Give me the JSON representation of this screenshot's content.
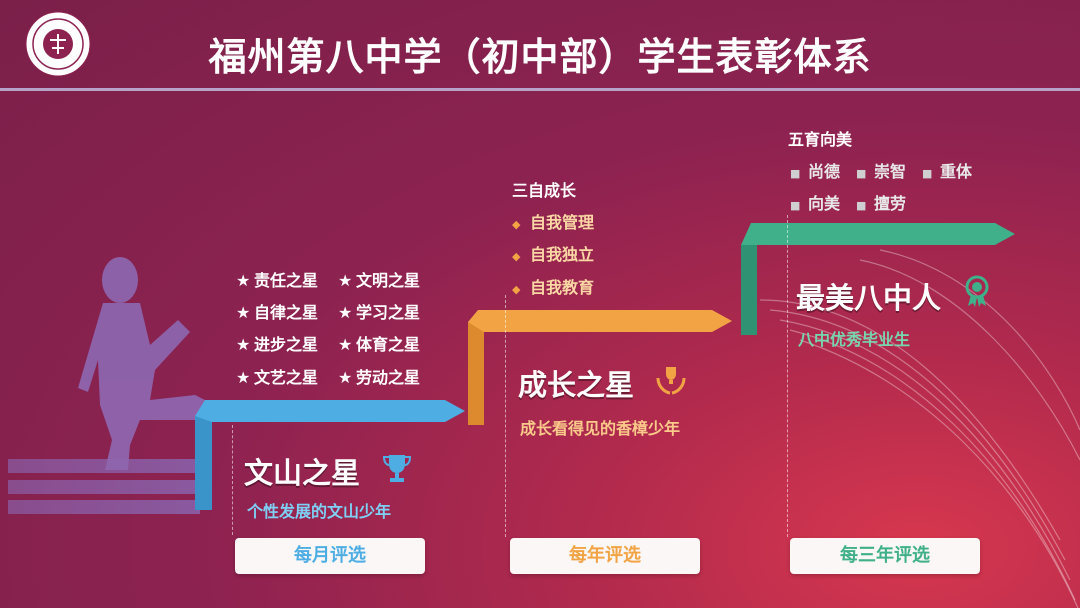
{
  "header": {
    "title": "福州第八中学（初中部）学生表彰体系"
  },
  "stage1": {
    "awards": [
      "责任之星",
      "文明之星",
      "自律之星",
      "学习之星",
      "进步之星",
      "体育之星",
      "文艺之星",
      "劳动之星"
    ],
    "bullet": "★",
    "title": "文山之星",
    "subtitle": "个性发展的文山少年",
    "frequency": "每月评选",
    "color": "#4eaee4",
    "icon": "trophy-icon"
  },
  "stage2": {
    "heading": "三自成长",
    "items": [
      "自我管理",
      "自我独立",
      "自我教育"
    ],
    "bullet": "◆",
    "title": "成长之星",
    "subtitle": "成长看得见的香樟少年",
    "frequency": "每年评选",
    "color": "#f2a445",
    "icon": "hands-trophy-icon"
  },
  "stage3": {
    "heading": "五育向美",
    "items": [
      "尚德",
      "崇智",
      "重体",
      "向美",
      "擅劳"
    ],
    "bullet": "■",
    "title": "最美八中人",
    "subtitle": "八中优秀毕业生",
    "frequency": "每三年评选",
    "color": "#3fb08a",
    "icon": "medal-icon"
  }
}
